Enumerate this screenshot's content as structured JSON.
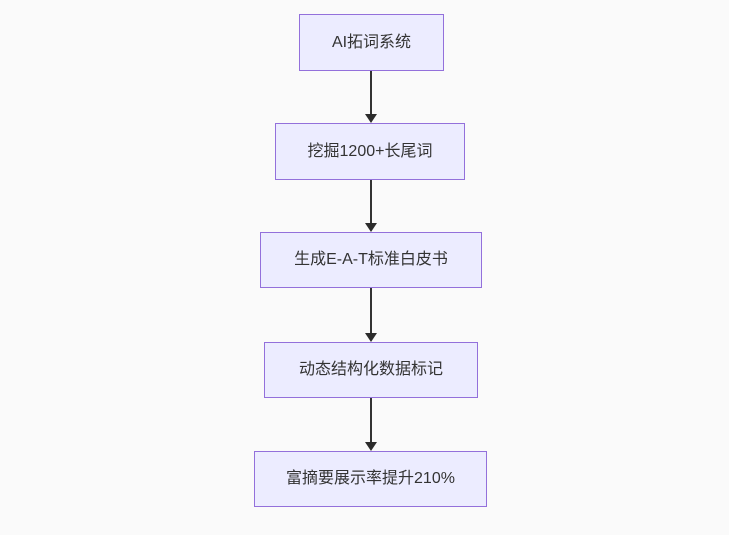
{
  "flowchart": {
    "type": "flowchart-vertical",
    "background_color": "#fafafa",
    "node_style": {
      "fill": "#ECECFF",
      "border_color": "#9370DB",
      "text_color": "#333333"
    },
    "edge_style": {
      "line_color": "#333333",
      "arrowhead": "solid-triangle-down"
    },
    "nodes": [
      {
        "id": "n1",
        "label": "AI拓词系统"
      },
      {
        "id": "n2",
        "label": "挖掘1200+长尾词"
      },
      {
        "id": "n3",
        "label": "生成E-A-T标准白皮书"
      },
      {
        "id": "n4",
        "label": "动态结构化数据标记"
      },
      {
        "id": "n5",
        "label": "富摘要展示率提升210%"
      }
    ],
    "edges": [
      {
        "from": "n1",
        "to": "n2"
      },
      {
        "from": "n2",
        "to": "n3"
      },
      {
        "from": "n3",
        "to": "n4"
      },
      {
        "from": "n4",
        "to": "n5"
      }
    ]
  }
}
